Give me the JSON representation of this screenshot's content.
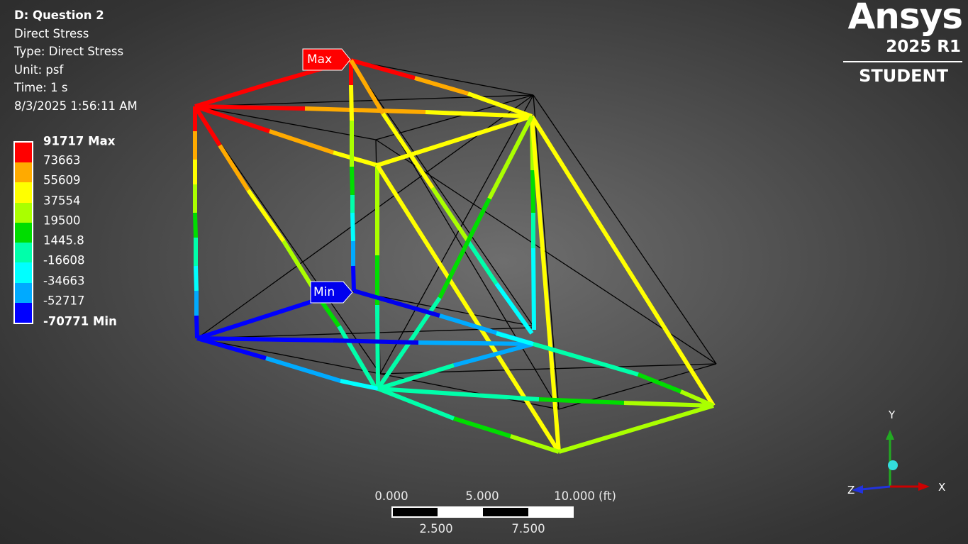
{
  "info": {
    "title": "D: Question 2",
    "result": "Direct Stress",
    "type": "Type: Direct Stress",
    "unit": "Unit: psf",
    "time": "Time: 1 s",
    "timestamp": "8/3/2025 1:56:11 AM"
  },
  "legend": {
    "max_label": "91717 Max",
    "values": [
      "73663",
      "55609",
      "37554",
      "19500",
      "1445.8",
      "-16608",
      "-34663",
      "-52717"
    ],
    "min_label": "-70771 Min",
    "colors": [
      "#ff0000",
      "#ffaa00",
      "#ffff00",
      "#aaff00",
      "#00dd00",
      "#00ffaa",
      "#00ffff",
      "#00aaff",
      "#0000ff"
    ]
  },
  "logo": {
    "brand": "Ansys",
    "version": "2025 R1",
    "edition": "STUDENT"
  },
  "probes": {
    "max": "Max",
    "min": "Min",
    "max_color": "#ff0000",
    "min_color": "#0000ee"
  },
  "scale_bar": {
    "top_labels": [
      "0.000",
      "5.000",
      "10.000 (ft)"
    ],
    "bottom_labels": [
      "2.500",
      "7.500"
    ]
  },
  "triad": {
    "x": "X",
    "y": "Y",
    "z": "Z",
    "x_color": "#cc0000",
    "y_color": "#22aa22",
    "z_color": "#2233dd"
  }
}
